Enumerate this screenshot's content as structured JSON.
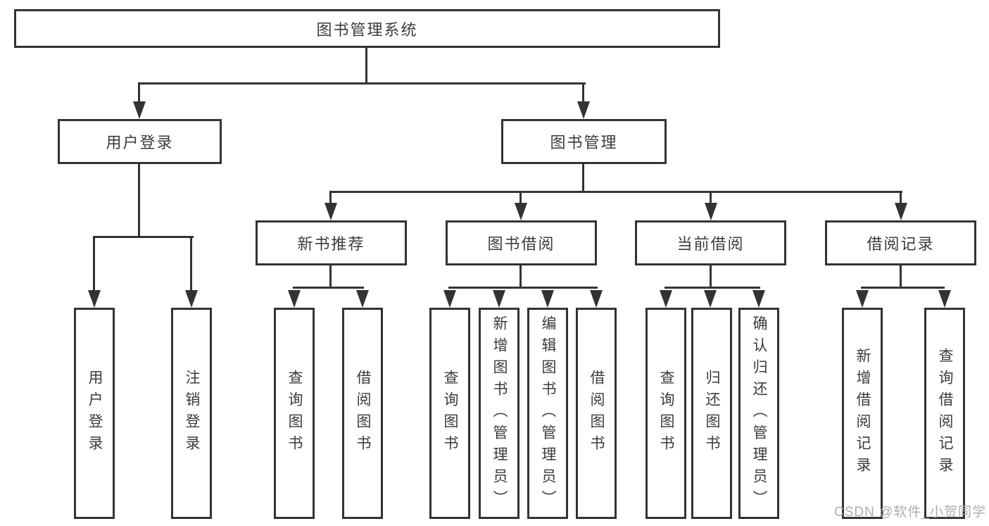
{
  "diagram": {
    "type": "hierarchy-tree",
    "tree": {
      "root": {
        "label": "图书管理系统"
      },
      "branches": [
        {
          "label": "用户登录",
          "children": [
            {
              "label": "用户登录"
            },
            {
              "label": "注销登录"
            }
          ]
        },
        {
          "label": "图书管理",
          "children": [
            {
              "label": "新书推荐",
              "children": [
                {
                  "label": "查询图书"
                },
                {
                  "label": "借阅图书"
                }
              ]
            },
            {
              "label": "图书借阅",
              "children": [
                {
                  "label": "查询图书"
                },
                {
                  "label": "新增图书（管理员）"
                },
                {
                  "label": "编辑图书（管理员）"
                },
                {
                  "label": "借阅图书"
                }
              ]
            },
            {
              "label": "当前借阅",
              "children": [
                {
                  "label": "查询图书"
                },
                {
                  "label": "归还图书"
                },
                {
                  "label": "确认归还（管理员）"
                }
              ]
            },
            {
              "label": "借阅记录",
              "children": [
                {
                  "label": "新增借阅记录"
                },
                {
                  "label": "查询借阅记录"
                }
              ]
            }
          ]
        }
      ]
    },
    "colors": {
      "line": "#333333",
      "text": "#3b3b3f",
      "background": "#ffffff",
      "watermark_gray": "#adadad"
    }
  },
  "watermark": "CSDN @软件_小贺同学"
}
